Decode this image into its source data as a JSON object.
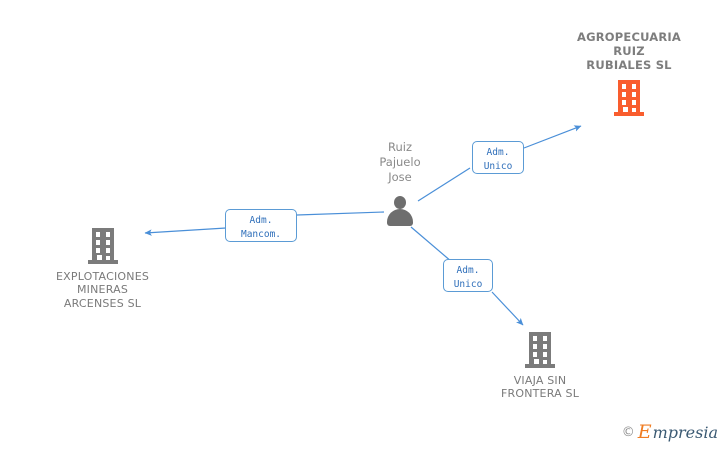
{
  "diagram": {
    "background_color": "#ffffff",
    "edge_color": "#4a8fd8",
    "chip_border_color": "#5b9bd5",
    "chip_text_color": "#2f6fba",
    "company_highlight_color": "#f95d2e",
    "company_default_color": "#7b7b7b",
    "person_color": "#6e6e6e",
    "label_color": "#7a7a7a"
  },
  "nodes": {
    "focus_company": {
      "name": "AGROPECUARIA\nRUIZ\nRUBIALES SL",
      "icon": "building-icon",
      "color": "#f95d2e"
    },
    "person": {
      "name": "Ruiz\nPajuelo\nJose",
      "icon": "person-icon",
      "color": "#6e6e6e"
    },
    "company_left": {
      "name": "EXPLOTACIONES\nMINERAS\nARCENSES  SL",
      "icon": "building-icon",
      "color": "#7b7b7b"
    },
    "company_bottom": {
      "name": "VIAJA SIN\nFRONTERA SL",
      "icon": "building-icon",
      "color": "#7b7b7b"
    }
  },
  "edges": [
    {
      "id": "edge-to-focus-company",
      "from": "person",
      "to": "focus_company",
      "chip_label": "Adm.\nUnico"
    },
    {
      "id": "edge-to-company-left",
      "from": "person",
      "to": "company_left",
      "chip_label": "Adm.\nMancom."
    },
    {
      "id": "edge-to-company-bottom",
      "from": "person",
      "to": "company_bottom",
      "chip_label": "Adm.\nUnico"
    }
  ],
  "watermark": {
    "copyright": "©",
    "brand_initial": "E",
    "brand_rest": "mpresia"
  }
}
